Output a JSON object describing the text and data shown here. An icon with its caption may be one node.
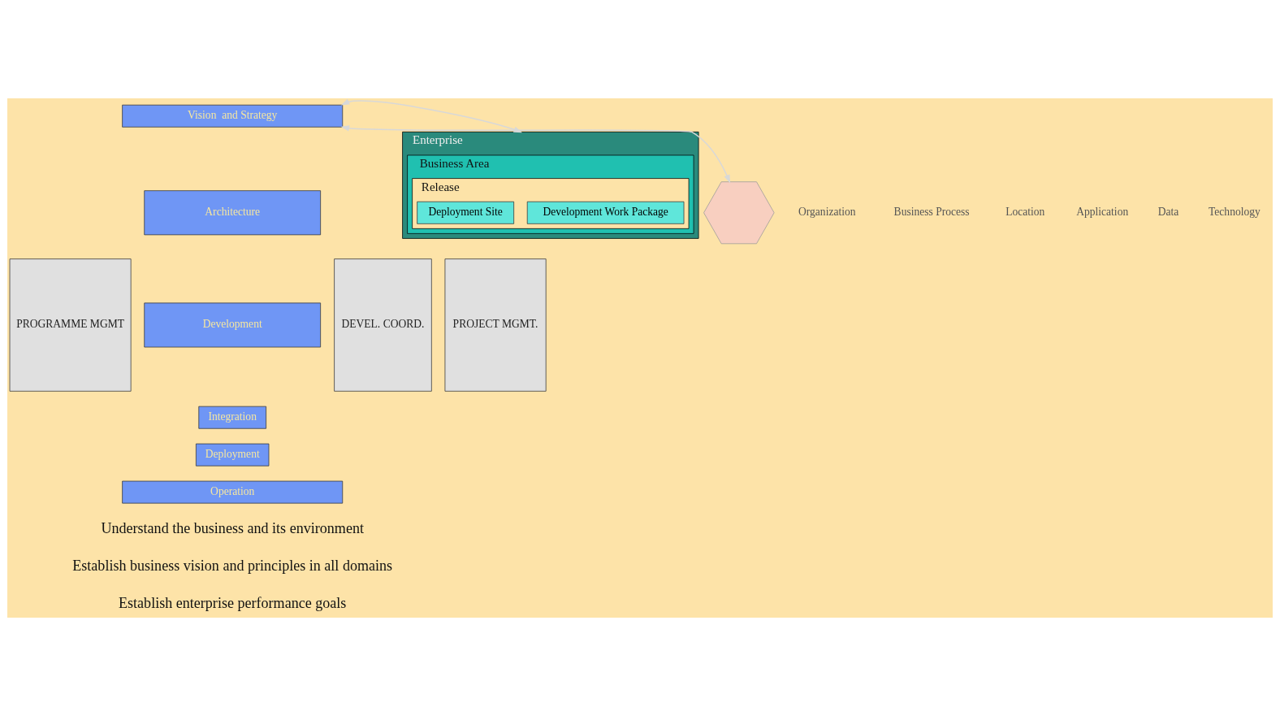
{
  "diagram": {
    "nodes": [
      {
        "text": [
          "Vision  and Strategy"
        ]
      },
      {
        "text": [
          "PROGRAMME MGMT"
        ]
      },
      {
        "text": [
          "Architecture"
        ]
      },
      {
        "text": [
          "Development"
        ]
      },
      {
        "text": [
          "Integration"
        ]
      },
      {
        "text": [
          "Deployment"
        ]
      },
      {
        "text": [
          "DEVEL. COORD."
        ]
      },
      {
        "text": [
          "PROJECT MGMT."
        ]
      },
      {
        "text": [
          "Operation"
        ]
      },
      {
        "text": [
          "Enterprise"
        ]
      },
      {
        "text": [
          "Business Area"
        ],
        "in": 9
      },
      {
        "text": [
          "Release"
        ],
        "in": 10
      },
      {
        "text": [
          "Development Work Package"
        ],
        "in": 11
      },
      {
        "text": [
          "Deployment Site"
        ],
        "in": 11
      },
      {
        "text": [],
        "shape": "hexagon"
      }
    ],
    "edges": [
      {
        "from": 0,
        "to": 9,
        "arrow": "both"
      },
      {
        "from": 0,
        "to": 14,
        "arrow": "both"
      }
    ],
    "labels": [
      "Organization",
      "Business Process",
      "Location",
      "Application",
      "Data",
      "Technology",
      "Understand the business and its environment",
      "Establish business vision and principles in all domains",
      "Establish enterprise performance goals"
    ]
  }
}
